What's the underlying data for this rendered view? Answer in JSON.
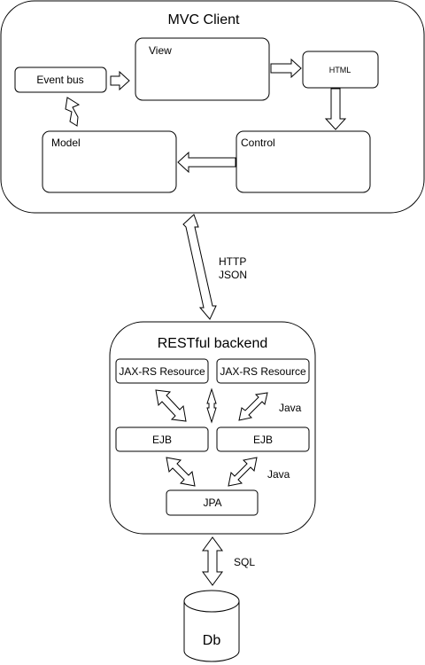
{
  "client": {
    "title": "MVC Client",
    "view": "View",
    "html": "HTML",
    "event_bus": "Event bus",
    "model": "Model",
    "control": "Control"
  },
  "link": {
    "line1": "HTTP",
    "line2": "JSON"
  },
  "backend": {
    "title": "RESTful backend",
    "resource_left": "JAX-RS Resource",
    "resource_right": "JAX-RS Resource",
    "java_upper": "Java",
    "ejb_left": "EJB",
    "ejb_right": "EJB",
    "java_lower": "Java",
    "jpa": "JPA"
  },
  "db_link": {
    "label": "SQL"
  },
  "database": {
    "label": "Db"
  }
}
